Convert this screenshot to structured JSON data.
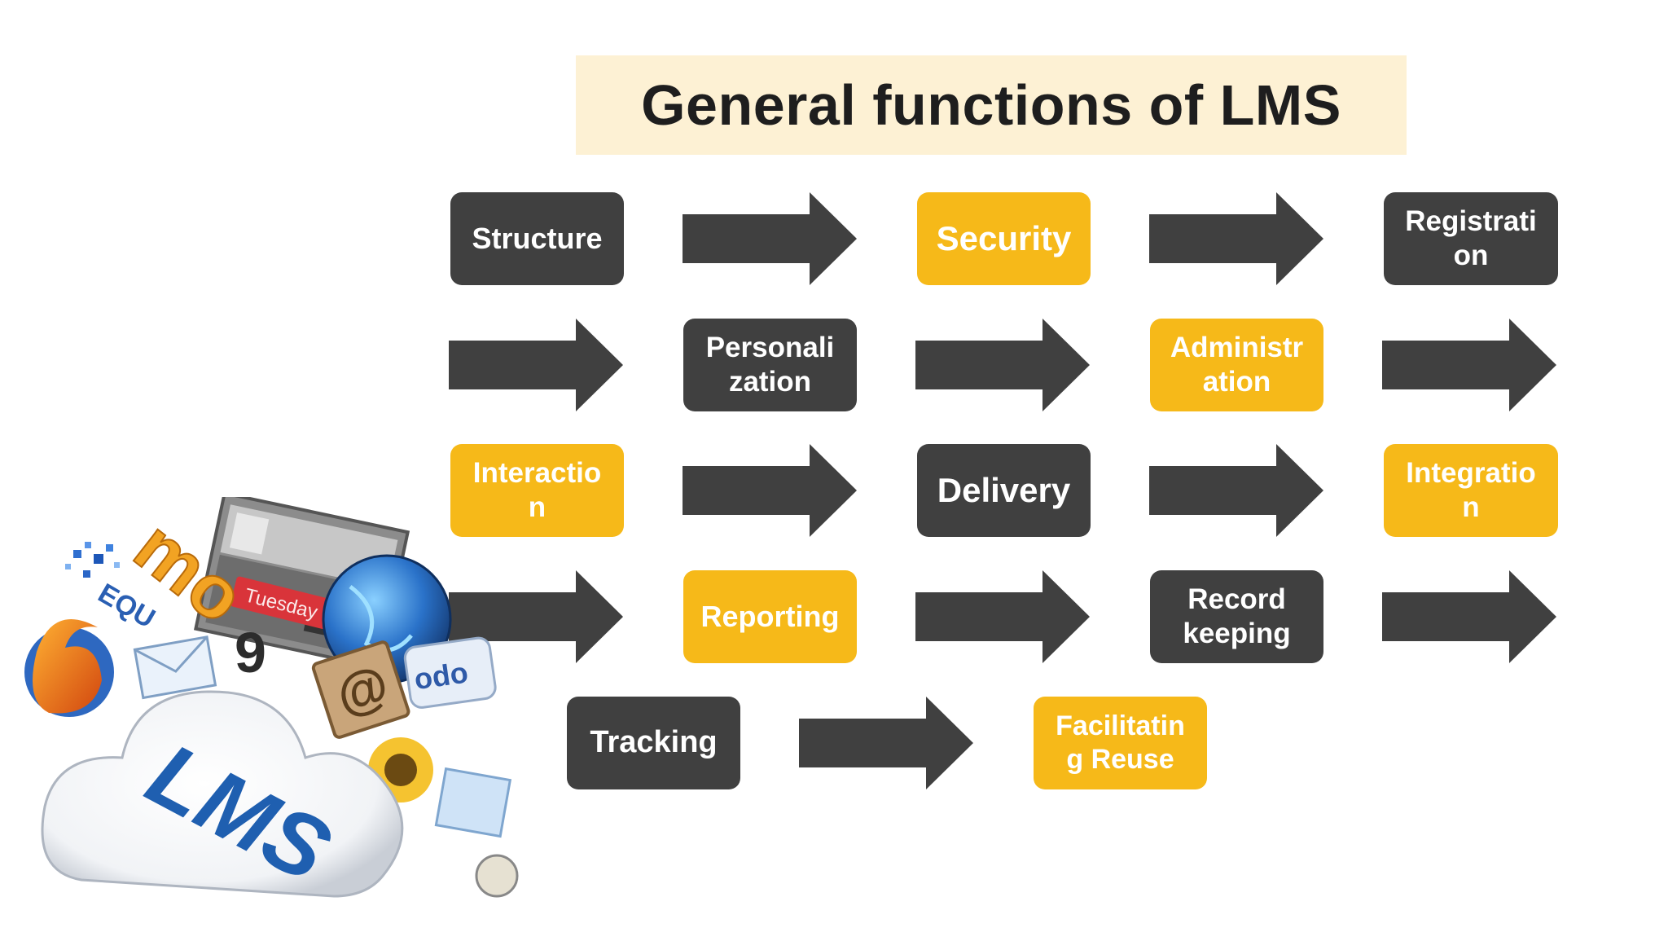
{
  "title": "General functions of LMS",
  "colors": {
    "dark": "#404040",
    "yellow": "#f6b919",
    "title_bg": "#fdf1d4"
  },
  "boxes": [
    {
      "label": "Structure",
      "style": "dark"
    },
    {
      "label": "Security",
      "style": "yellow"
    },
    {
      "label": "Registrati on",
      "style": "dark"
    },
    {
      "label": "Personali zation",
      "style": "dark"
    },
    {
      "label": "Administr ation",
      "style": "yellow"
    },
    {
      "label": "Interactio n",
      "style": "yellow"
    },
    {
      "label": "Delivery",
      "style": "dark"
    },
    {
      "label": "Integratio n",
      "style": "yellow"
    },
    {
      "label": "Reporting",
      "style": "yellow"
    },
    {
      "label": "Record keeping",
      "style": "dark"
    },
    {
      "label": "Tracking",
      "style": "dark"
    },
    {
      "label": "Facilitatin g Reuse",
      "style": "yellow"
    }
  ],
  "logo": {
    "text": "LMS",
    "banner": "Tuesday",
    "badge_text": "odo",
    "blue_badge": "EQU",
    "icon": "lms-cloud-collage"
  }
}
